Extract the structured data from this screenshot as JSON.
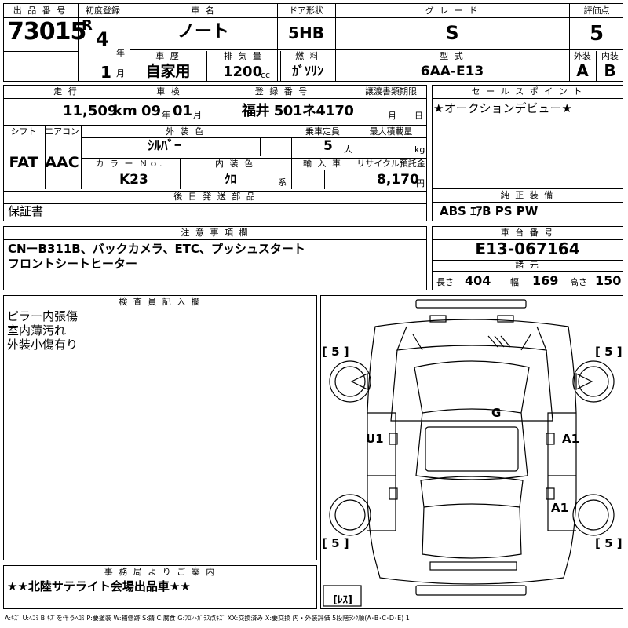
{
  "header": {
    "lot_label": "出 品 番 号",
    "lot_number": "73015",
    "first_reg_label": "初度登録",
    "era": "R",
    "year_value": "4",
    "year_unit": "年",
    "month_value": "1",
    "month_unit": "月",
    "car_name_label": "車 名",
    "car_name": "ノート",
    "door_label": "ドア形状",
    "door": "5HB",
    "grade_label": "グ レ ー ド",
    "grade": "S",
    "score_label": "評価点",
    "score": "5",
    "history_label": "車 歴",
    "history": "自家用",
    "displacement_label": "排 気 量",
    "displacement": "1200",
    "displacement_unit": "cc",
    "fuel_label": "燃 料",
    "fuel": "ｶﾞｿﾘﾝ",
    "model_label": "型 式",
    "model": "6AA-E13",
    "exterior_label": "外装",
    "exterior_grade": "A",
    "interior_label": "内装",
    "interior_grade": "B"
  },
  "row2": {
    "mileage_label": "走 行",
    "mileage": "11,509",
    "mileage_unit": "km",
    "inspection_label": "車 検",
    "inspection_year": "09",
    "inspection_year_unit": "年",
    "inspection_month": "01",
    "inspection_month_unit": "月",
    "plate_label": "登 録 番 号",
    "plate": "福井 501ネ4170",
    "transfer_label": "譲渡書類期限",
    "transfer_month_unit": "月",
    "transfer_day_unit": "日",
    "shift_label": "シフト",
    "shift": "FAT",
    "ac_label": "エアコン",
    "ac": "AAC",
    "ext_color_label": "外 装 色",
    "ext_color": "ｼﾙﾊﾞｰ",
    "capacity_label": "乗車定員",
    "capacity": "5",
    "capacity_unit": "人",
    "load_label": "最大積載量",
    "load_unit": "kg",
    "color_no_label": "カ ラ ー Ｎｏ.",
    "color_no": "K23",
    "int_color_label": "内 装 色",
    "int_color": "ｸﾛ",
    "int_color_unit": "系",
    "import_label": "輸 入 車",
    "recycle_label": "リサイクル預託金",
    "recycle": "8,170",
    "recycle_unit": "円",
    "later_label": "後 日 発 送 部 品",
    "later_parts": "保証書"
  },
  "sales": {
    "label": "セ ー ル ス ポ イ ン ト",
    "text": "★オークションデビュー★"
  },
  "equip": {
    "label": "純 正 装 備",
    "text": "ABS ｴｱB PS PW"
  },
  "notes": {
    "label": "注 意 事 項 欄",
    "line1": "CNーB311B、バックカメラ、ETC、プッシュスタート",
    "line2": "フロントシートヒーター"
  },
  "chassis": {
    "label": "車 台 番 号",
    "number": "E13-067164",
    "spec_label": "諸 元",
    "length_label": "長さ",
    "length": "404",
    "width_label": "幅",
    "width": "169",
    "height_label": "高さ",
    "height": "150"
  },
  "inspector": {
    "label": "検 査 員 記 入 欄",
    "line1": "ピラー内張傷",
    "line2": "室内薄汚れ",
    "line3": "外装小傷有り"
  },
  "office": {
    "label": "事 務 局 よ り ご 案 内",
    "text": "★★北陸サテライト会場出品車★★"
  },
  "diagram": {
    "tire_fl": "[ 5 ]",
    "tire_fr": "[ 5 ]",
    "tire_rl": "[ 5 ]",
    "tire_rr": "[ 5 ]",
    "mark_g": "G",
    "mark_u1": "U1",
    "mark_a1_door": "A1",
    "mark_a1_rear": "A1",
    "spare": "[ﾚｽ]"
  },
  "legend": "A:ｷｽﾞ U:ﾍｺﾐ B:ｷｽﾞを伴うﾍｺﾐ P:要塗装 W:補修跡 S:錆 C:腐食 G:ﾌﾛﾝﾄｶﾞﾗｽ点ｷｽﾞ XX:交換済み X:要交換 内・外装評価 5段階ﾗﾝｸ順(A･B･C･D･E) 1"
}
